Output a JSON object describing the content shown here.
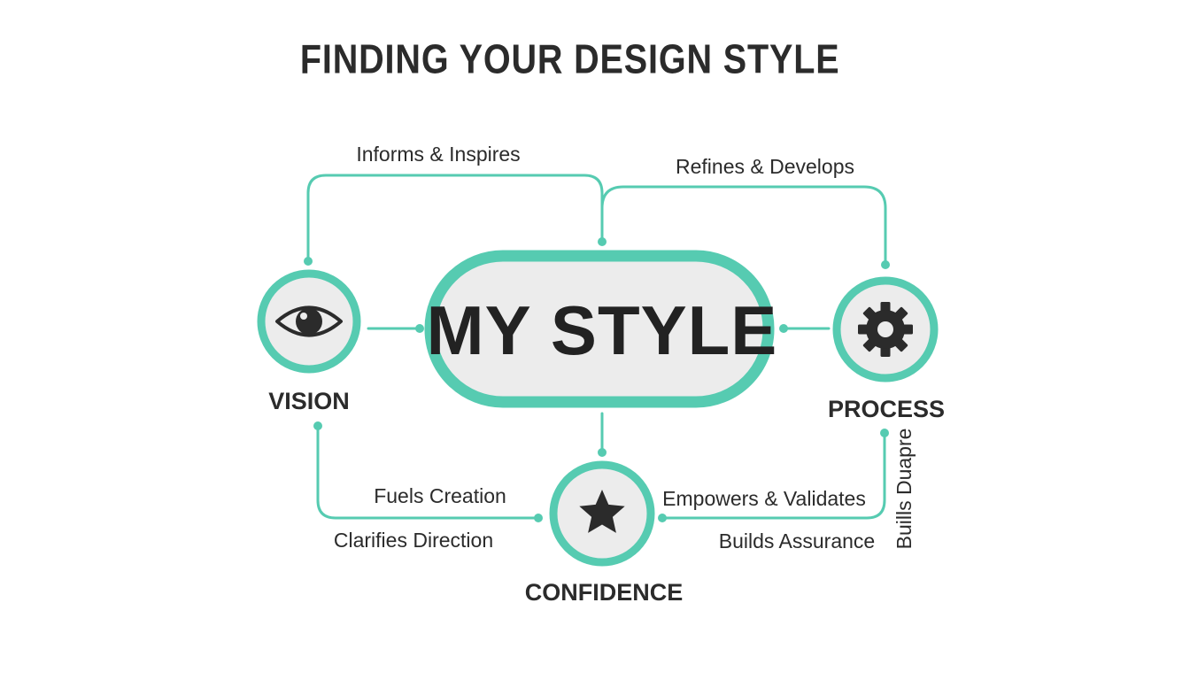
{
  "title": "FINDING YOUR DESIGN STYLE",
  "center": {
    "label": "MY STYLE"
  },
  "nodes": {
    "vision": {
      "label": "VISION",
      "icon": "eye-icon"
    },
    "process": {
      "label": "PROCESS",
      "icon": "gear-icon"
    },
    "confidence": {
      "label": "CONFIDENCE",
      "icon": "star-icon"
    }
  },
  "edges": {
    "informs": "Informs & Inspires",
    "refines": "Refines & Develops",
    "fuels": "Fuels Creation",
    "clarifies": "Clarifies Direction",
    "empowers": "Empowers & Validates",
    "builds": "Builds Assurance",
    "vertical": "Buills Duapre"
  },
  "colors": {
    "accent": "#56cbb1",
    "text": "#2b2b2b",
    "center_fill": "#ececec",
    "node_fill": "#ececec"
  }
}
